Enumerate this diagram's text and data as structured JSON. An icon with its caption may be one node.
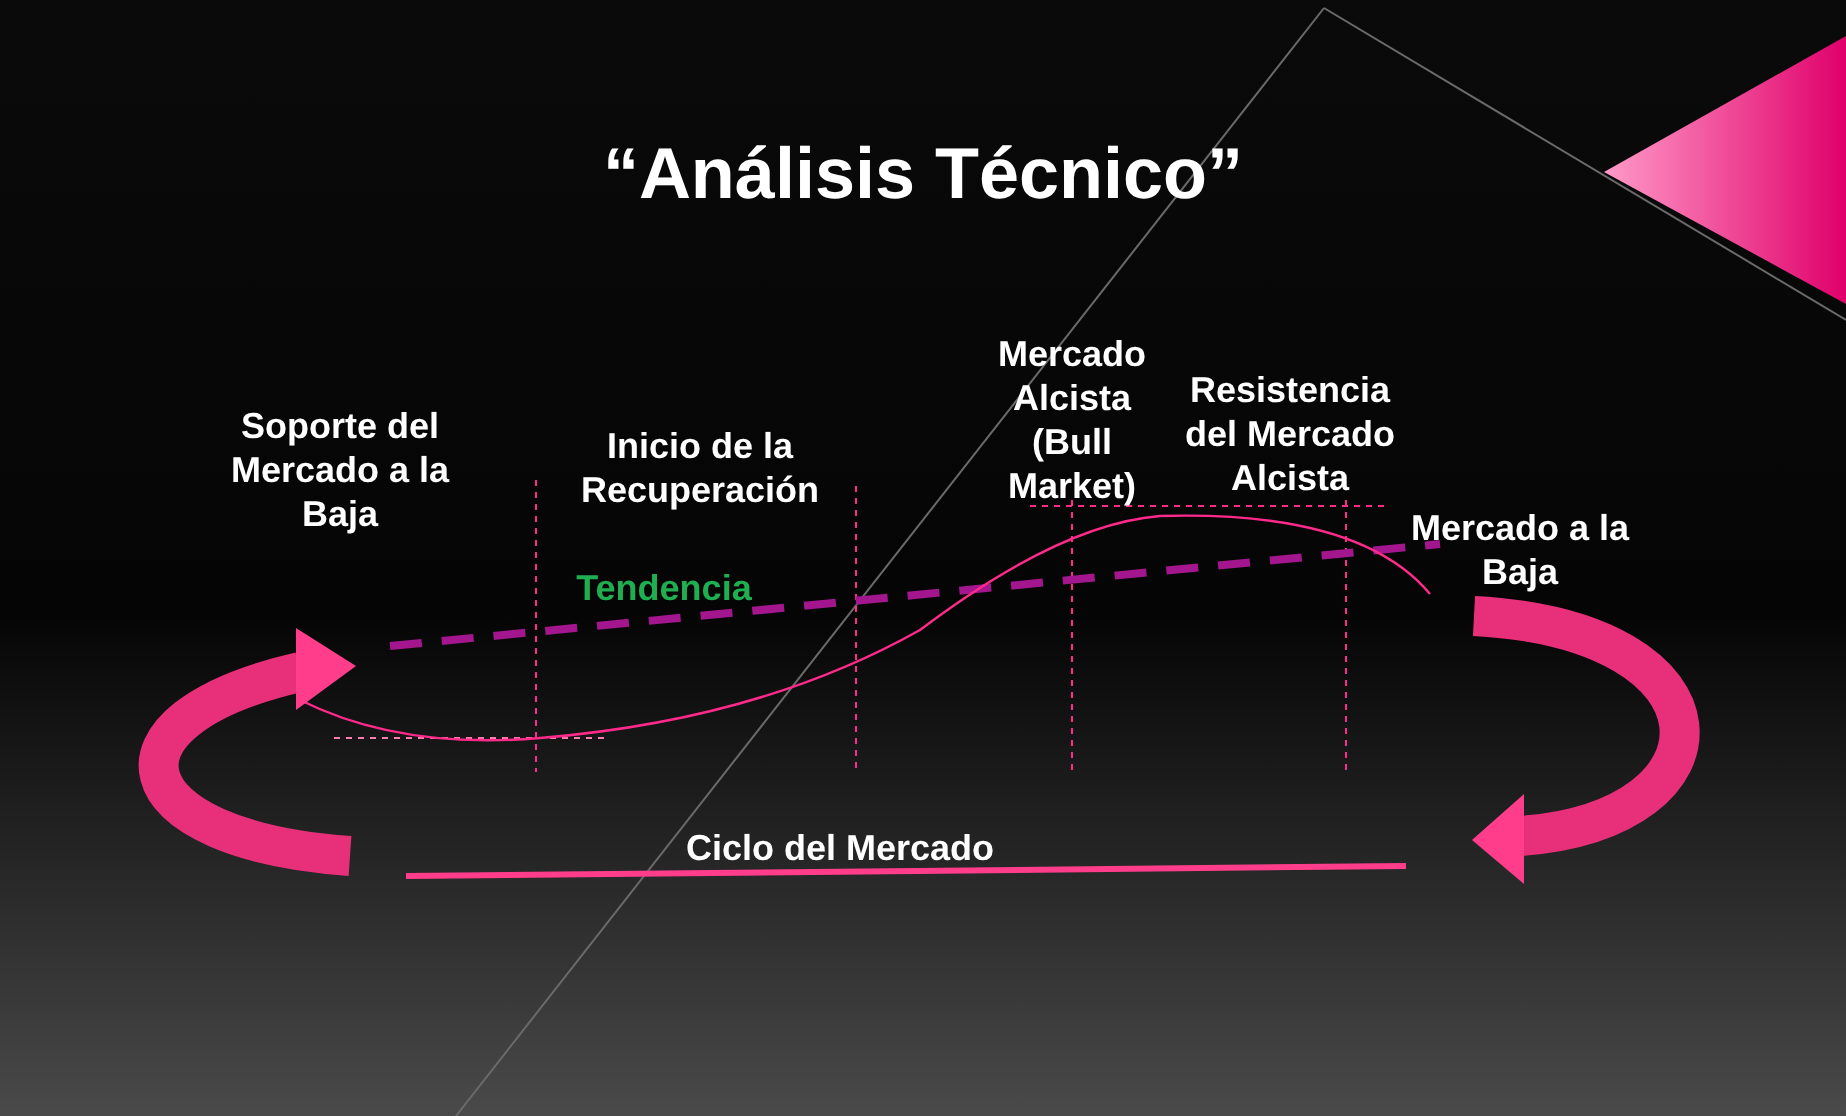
{
  "diagram": {
    "title": "“Análisis Técnico”",
    "labels": [
      "Soporte del Mercado a la Baja",
      "Inicio de la Recuperación",
      "Mercado Alcista (Bull Market)",
      "Resistencia del Mercado Alcista",
      "Tendencia",
      "Mercado a la Baja",
      "Ciclo del Mercado"
    ]
  }
}
